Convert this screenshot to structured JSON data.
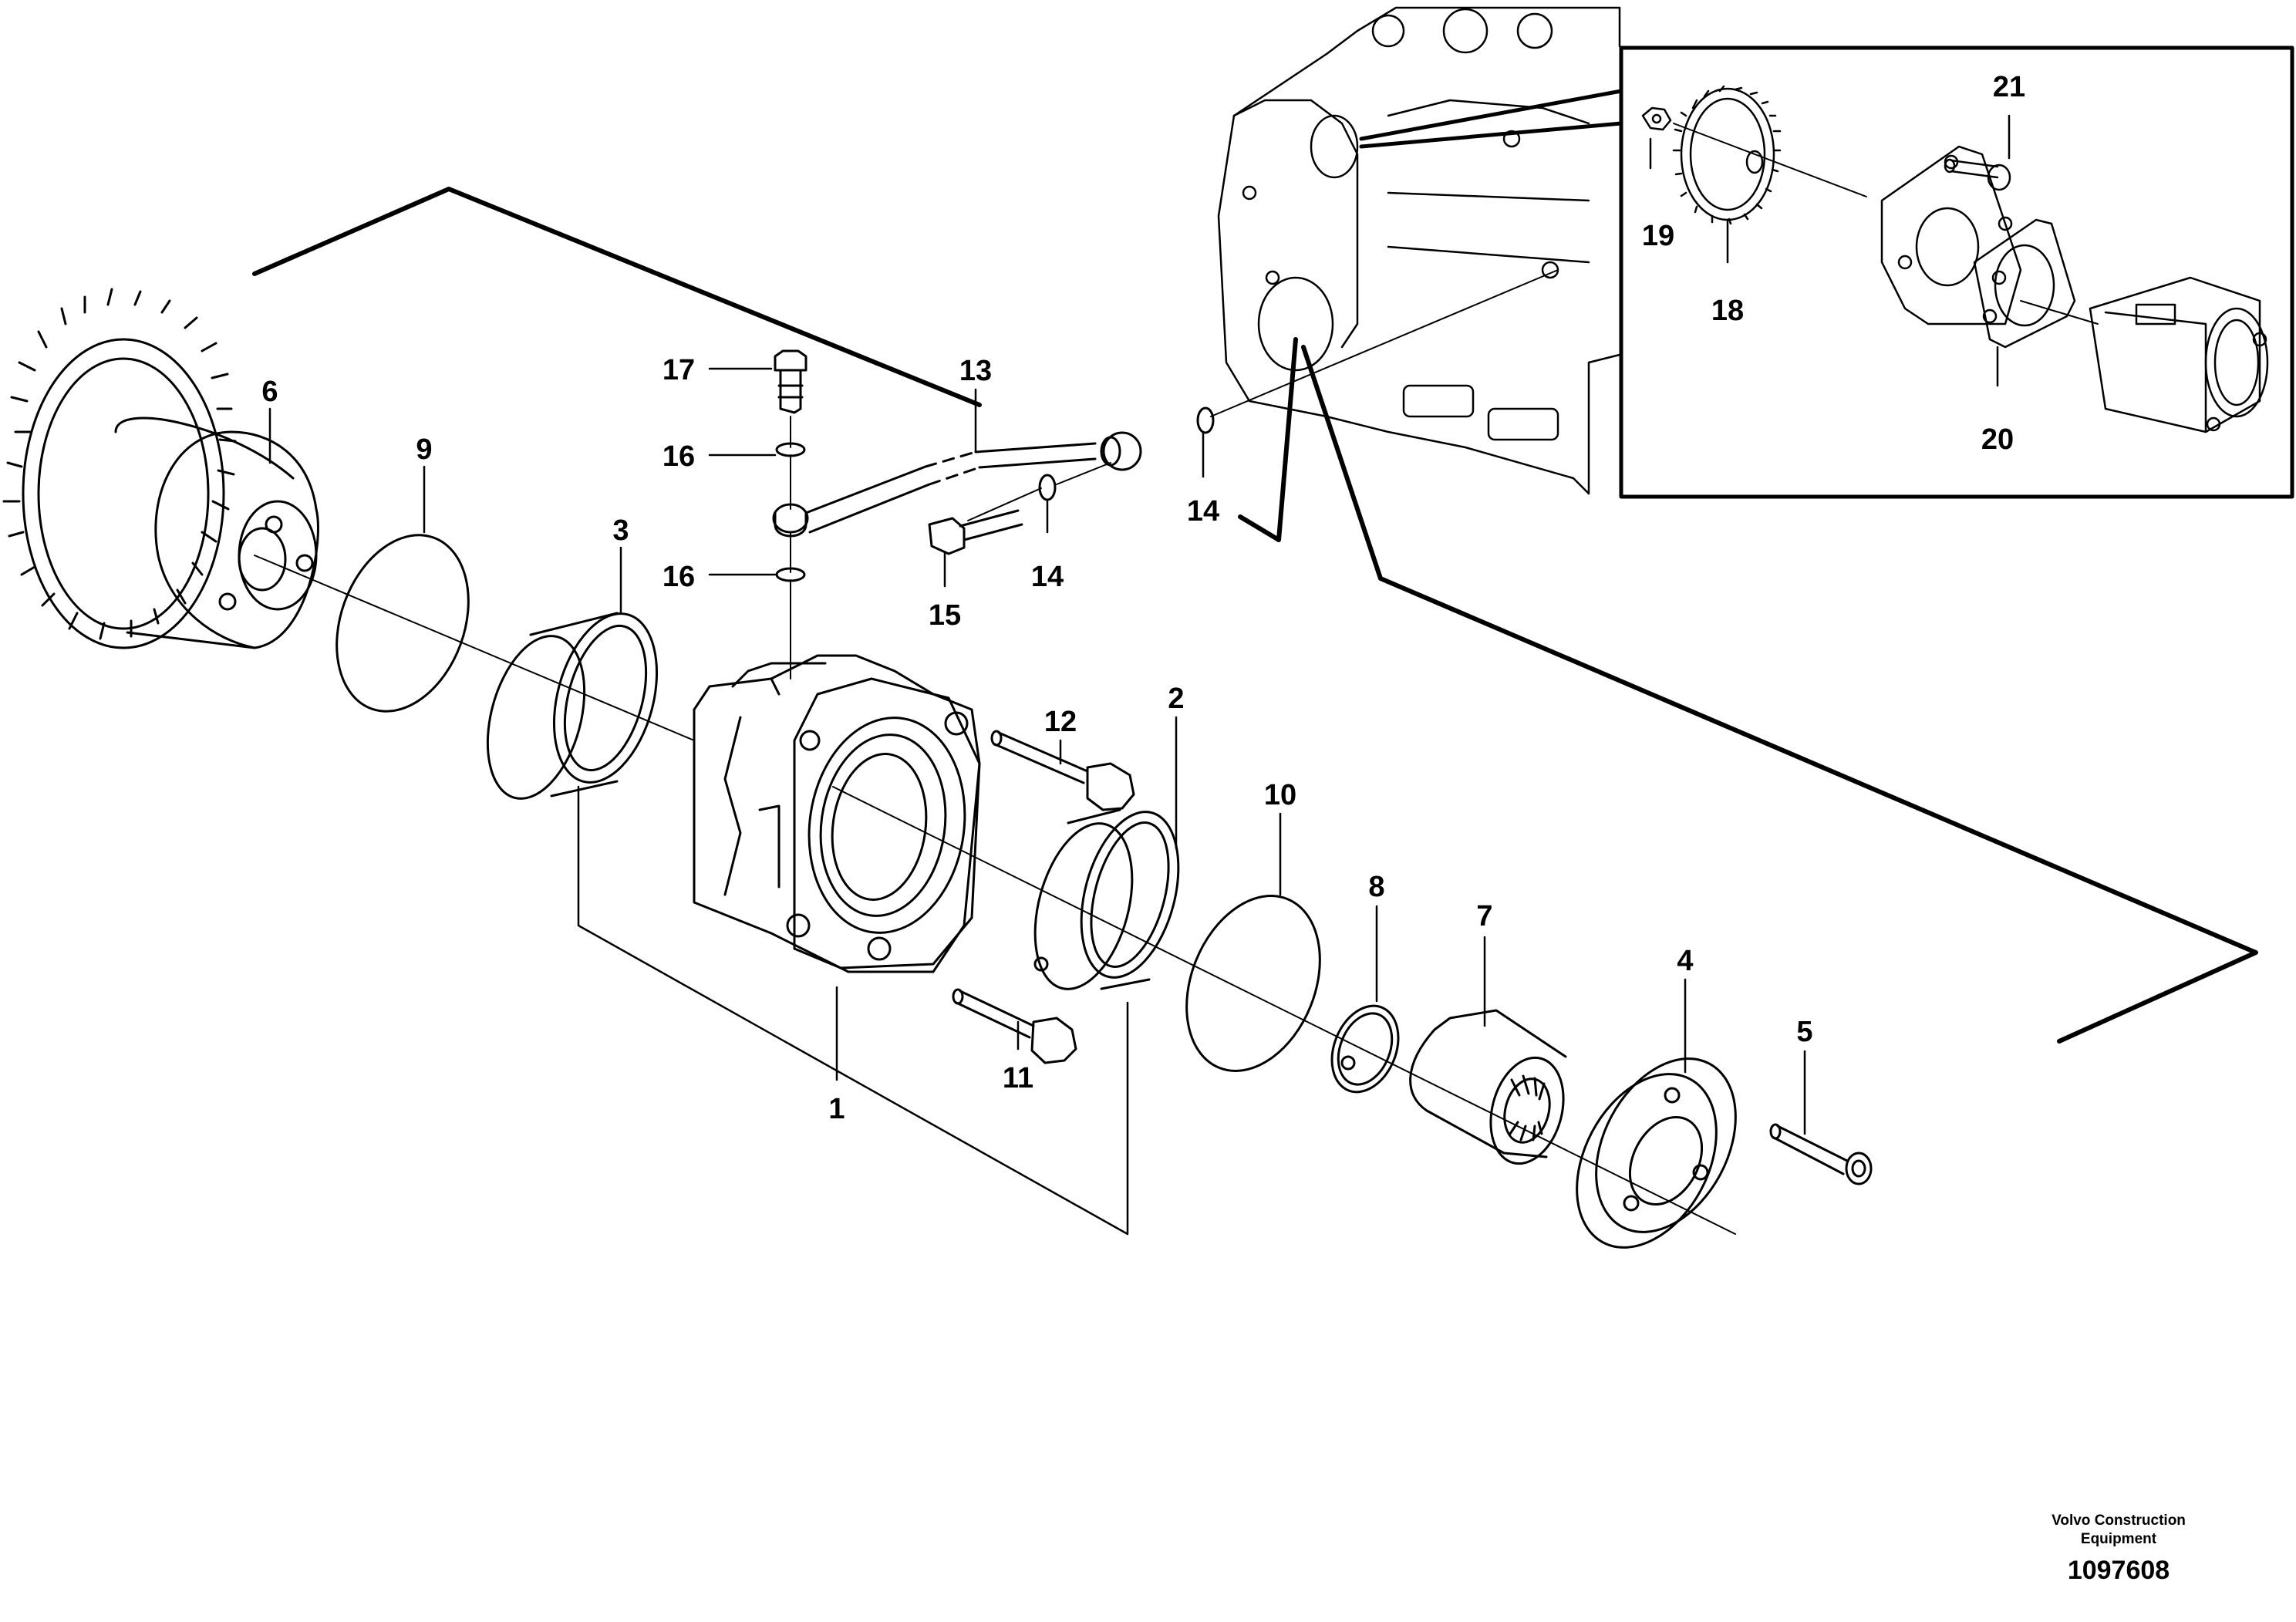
{
  "callouts": {
    "c1": "1",
    "c2": "2",
    "c3": "3",
    "c4": "4",
    "c5": "5",
    "c6": "6",
    "c7": "7",
    "c8": "8",
    "c9": "9",
    "c10": "10",
    "c11": "11",
    "c12": "12",
    "c13": "13",
    "c14a": "14",
    "c14b": "14",
    "c15": "15",
    "c16a": "16",
    "c16b": "16",
    "c17": "17",
    "c18": "18",
    "c19": "19",
    "c20": "20",
    "c21": "21"
  },
  "footer": {
    "brand_line1": "Volvo Construction",
    "brand_line2": "Equipment",
    "drawing_number": "1097608"
  }
}
